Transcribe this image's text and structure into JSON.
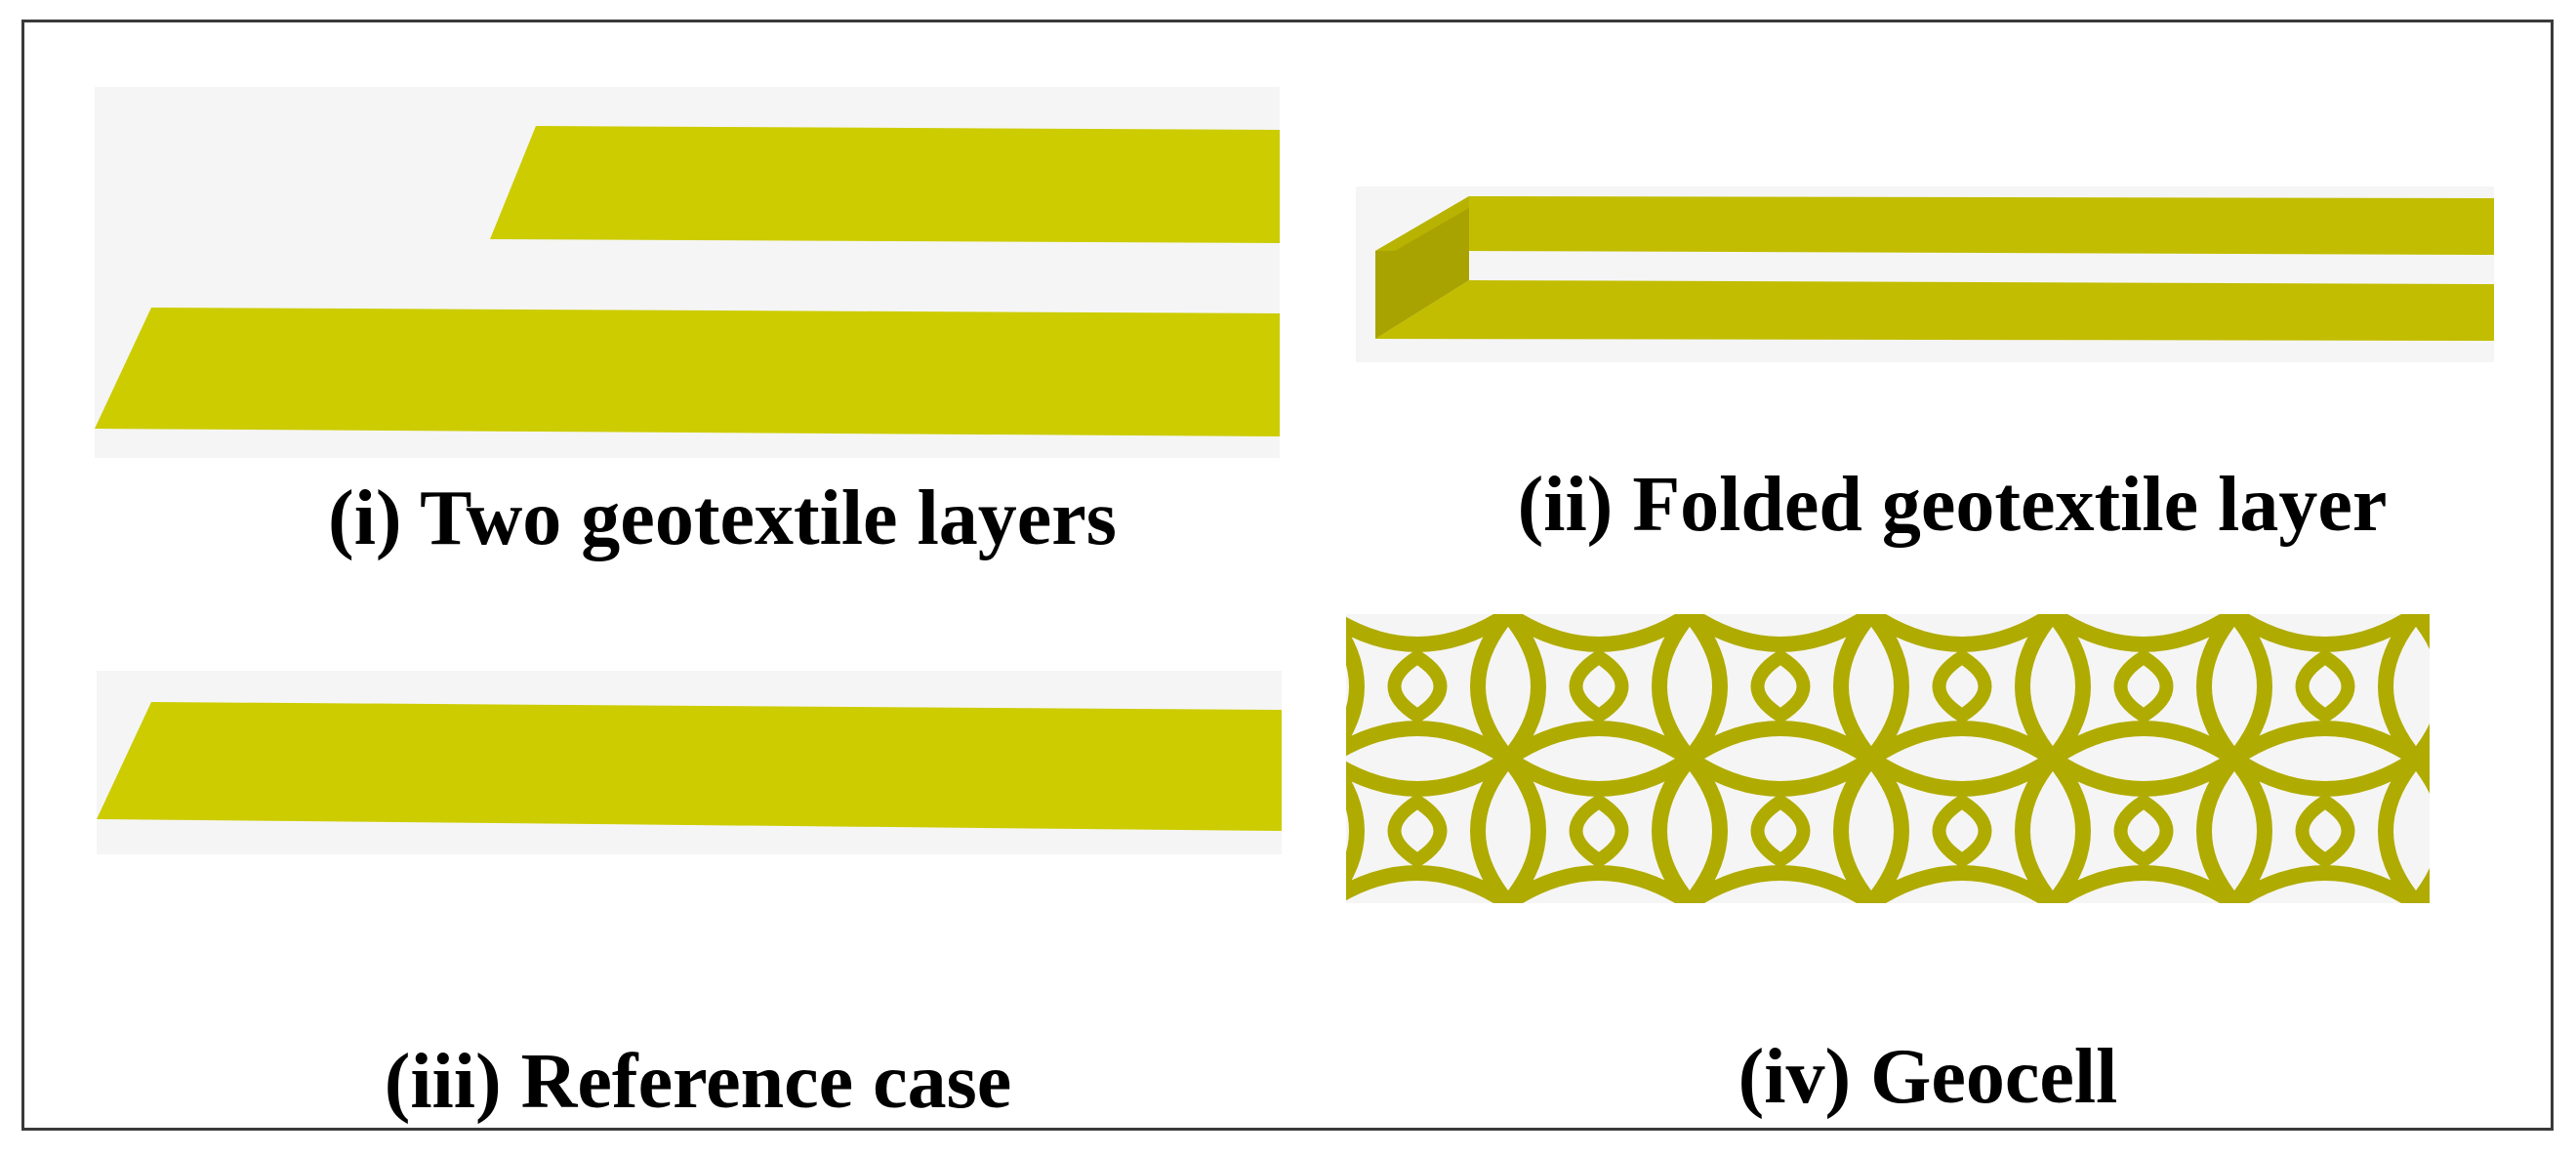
{
  "captions": {
    "panel_i": "(i) Two geotextile layers",
    "panel_ii": "(ii) Folded geotextile layer",
    "panel_iii": "(iii) Reference case",
    "panel_iv": "(iv) Geocell"
  },
  "colors": {
    "geotextile": "#cccc00",
    "geotextile_folded": "#c2bd00",
    "geotextile_fold_edge": "#a8a300",
    "geocell": "#b0ab00",
    "panel_background": "#f5f5f5",
    "frame_border": "#3a3a3a"
  }
}
